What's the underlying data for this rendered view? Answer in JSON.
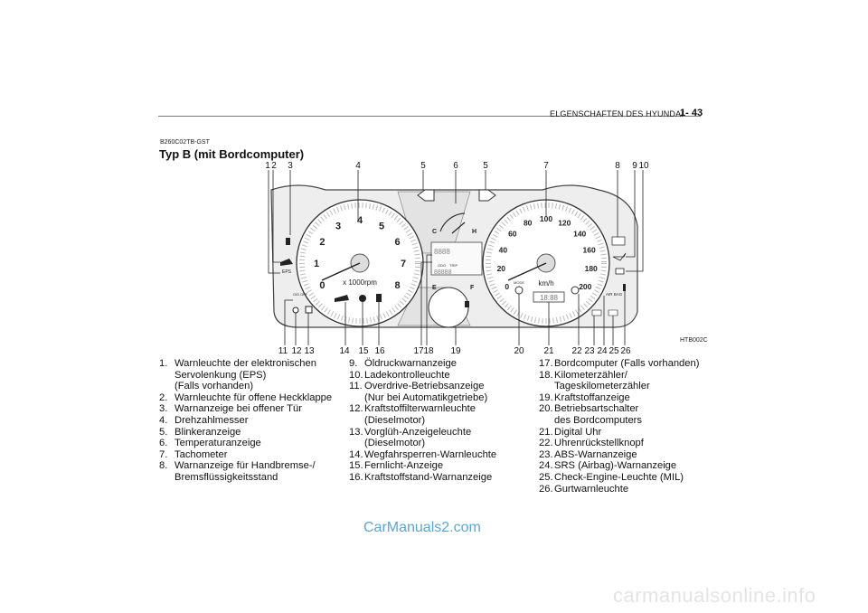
{
  "header": {
    "section_title": "ELGENSCHAFTEN DES HYUNDAI",
    "page_number": "1- 43"
  },
  "doc_code": "B260C02TB-GST",
  "title": "Typ B (mit Bordcomputer)",
  "figure": {
    "code": "HTB002C",
    "top_callouts": [
      "1",
      "2",
      "3",
      "4",
      "5",
      "6",
      "5",
      "7",
      "8",
      "9",
      "10"
    ],
    "bottom_callouts": [
      "11",
      "12",
      "13",
      "14",
      "15",
      "16",
      "17",
      "18",
      "19",
      "20",
      "21",
      "22",
      "23",
      "24",
      "25",
      "26"
    ],
    "tacho_numbers": [
      "0",
      "1",
      "2",
      "3",
      "4",
      "5",
      "6",
      "7",
      "8"
    ],
    "tacho_unit": "x 1000rpm",
    "speedo_numbers": [
      "0",
      "20",
      "40",
      "60",
      "80",
      "100",
      "120",
      "140",
      "160",
      "180",
      "200"
    ],
    "speedo_unit": "km/h",
    "temp_c": "C",
    "temp_h": "H",
    "fuel_e": "E",
    "fuel_f": "F",
    "eps_label": "EPS",
    "od_label": "O/D OFF",
    "mode_label": "MODE",
    "odo_label": "ODO",
    "trip_label": "TRIP",
    "clock_display": "18:88",
    "airbag_label": "AIR BAG"
  },
  "columns": [
    [
      {
        "n": "1.",
        "t": "Warnleuchte der elektronischen",
        "more": [
          "Servolenkung (EPS)",
          "(Falls vorhanden)"
        ]
      },
      {
        "n": "2.",
        "t": "Warnleuchte für offene Heckklappe",
        "more": []
      },
      {
        "n": "3.",
        "t": "Warnanzeige bei offener Tür",
        "more": []
      },
      {
        "n": "4.",
        "t": "Drehzahlmesser",
        "more": []
      },
      {
        "n": "5.",
        "t": "Blinkeranzeige",
        "more": []
      },
      {
        "n": "6.",
        "t": "Temperaturanzeige",
        "more": []
      },
      {
        "n": "7.",
        "t": "Tachometer",
        "more": []
      },
      {
        "n": "8.",
        "t": "Warnanzeige für Handbremse-/",
        "more": [
          "Bremsflüssigkeitsstand"
        ]
      }
    ],
    [
      {
        "n": "9.",
        "t": "Öldruckwarnanzeige",
        "more": []
      },
      {
        "n": "10.",
        "t": "Ladekontrolleuchte",
        "more": []
      },
      {
        "n": "11.",
        "t": "Overdrive-Betriebsanzeige",
        "more": [
          "(Nur bei Automatikgetriebe)"
        ]
      },
      {
        "n": "12.",
        "t": "Kraftstoffilterwarnleuchte",
        "more": [
          "(Dieselmotor)"
        ]
      },
      {
        "n": "13.",
        "t": "Vorglüh-Anzeigeleuchte",
        "more": [
          "(Dieselmotor)"
        ]
      },
      {
        "n": "14.",
        "t": "Wegfahrsperren-Warnleuchte",
        "more": []
      },
      {
        "n": "15.",
        "t": "Fernlicht-Anzeige",
        "more": []
      },
      {
        "n": "16.",
        "t": "Kraftstoffstand-Warnanzeige",
        "more": []
      }
    ],
    [
      {
        "n": "17.",
        "t": "Bordcomputer (Falls vorhanden)",
        "more": []
      },
      {
        "n": "18.",
        "t": "Kilometerzähler/",
        "more": [
          "Tageskilometerzähler"
        ]
      },
      {
        "n": "19.",
        "t": "Kraftstoffanzeige",
        "more": []
      },
      {
        "n": "20.",
        "t": "Betriebsartschalter",
        "more": [
          "des Bordcomputers"
        ]
      },
      {
        "n": "21.",
        "t": "Digital Uhr",
        "more": []
      },
      {
        "n": "22.",
        "t": "Uhrenrückstellknopf",
        "more": []
      },
      {
        "n": "23.",
        "t": "ABS-Warnanzeige",
        "more": []
      },
      {
        "n": "24.",
        "t": "SRS (Airbag)-Warnanzeige",
        "more": []
      },
      {
        "n": "25.",
        "t": "Check-Engine-Leuchte (MIL)",
        "more": []
      },
      {
        "n": "26.",
        "t": "Gurtwarnleuchte",
        "more": []
      }
    ]
  ],
  "watermarks": {
    "carmanuals": "CarManuals2.com",
    "carmanualsonline": "carmanualsonline.info"
  }
}
